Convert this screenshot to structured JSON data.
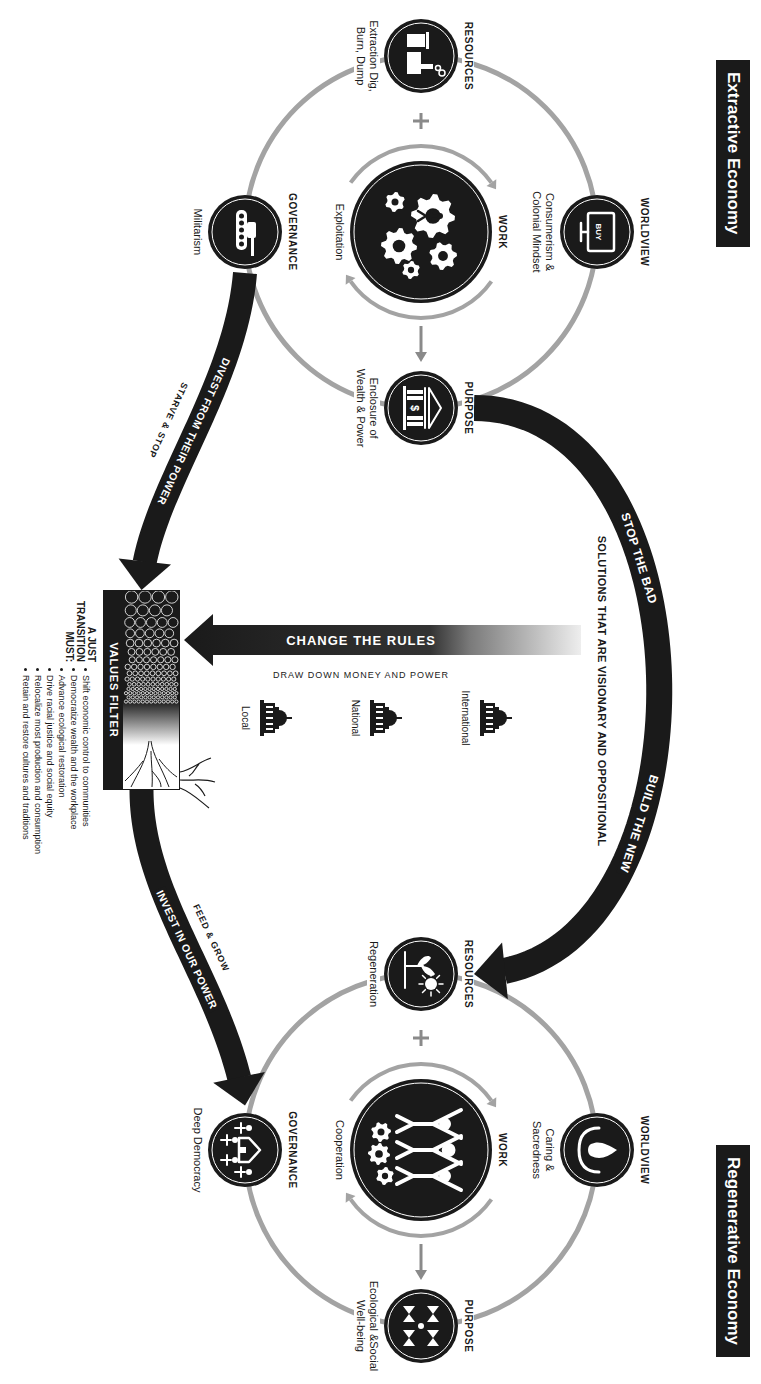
{
  "diagram": {
    "nodes": [
      {
        "text": [
          "Extractive Economy"
        ]
      },
      {
        "text": [
          "WORLDVIEW",
          "Consumerism & Colonial Mindset"
        ]
      },
      {
        "text": [
          "RESOURCES",
          "Extraction Dig, Burn, Dump"
        ]
      },
      {
        "text": [
          "WORK",
          "Exploitation"
        ]
      },
      {
        "text": [
          "PURPOSE",
          "Enclosure of Wealth & Power"
        ]
      },
      {
        "text": [
          "GOVERNANCE",
          "Militarism"
        ]
      },
      {
        "text": [
          "VALUES FILTER"
        ]
      },
      {
        "text": [
          "Regenerative Economy"
        ]
      },
      {
        "text": [
          "WORLDVIEW",
          "Caring & Sacredness"
        ]
      },
      {
        "text": [
          "RESOURCES",
          "Regeneration"
        ]
      },
      {
        "text": [
          "WORK",
          "Cooperation"
        ]
      },
      {
        "text": [
          "PURPOSE",
          "Ecological &Social Well-being"
        ]
      },
      {
        "text": [
          "GOVERNANCE",
          "Deep Democracy"
        ]
      }
    ],
    "edges": [
      {
        "from": 4,
        "to": 9,
        "arrow": "to",
        "label": "STOP THE BAD"
      },
      {
        "from": 5,
        "to": 6,
        "arrow": "to",
        "label": "DIVEST FROM THEIR POWER"
      },
      {
        "from": 6,
        "to": 12,
        "arrow": "to",
        "label": "INVEST IN OUR POWER"
      }
    ],
    "labels": [
      "BUY",
      "$",
      "BUILD THE NEW",
      "SOLUTIONS THAT ARE VISIONARY AND OPPOSITIONAL",
      "STARVE & STOP",
      "FEED & GROW",
      "CHANGE THE RULES",
      "DRAW DOWN MONEY AND POWER",
      "International",
      "National",
      "Local",
      "A JUST TRANSITION MUST:",
      "Shift economic control to communities",
      "Democratize wealth and the workplace",
      "Advance ecological restoration",
      "Drive racial justice and social equity",
      "Relocalize most production and consumption",
      "Retain and restore cultures and traditions"
    ]
  }
}
